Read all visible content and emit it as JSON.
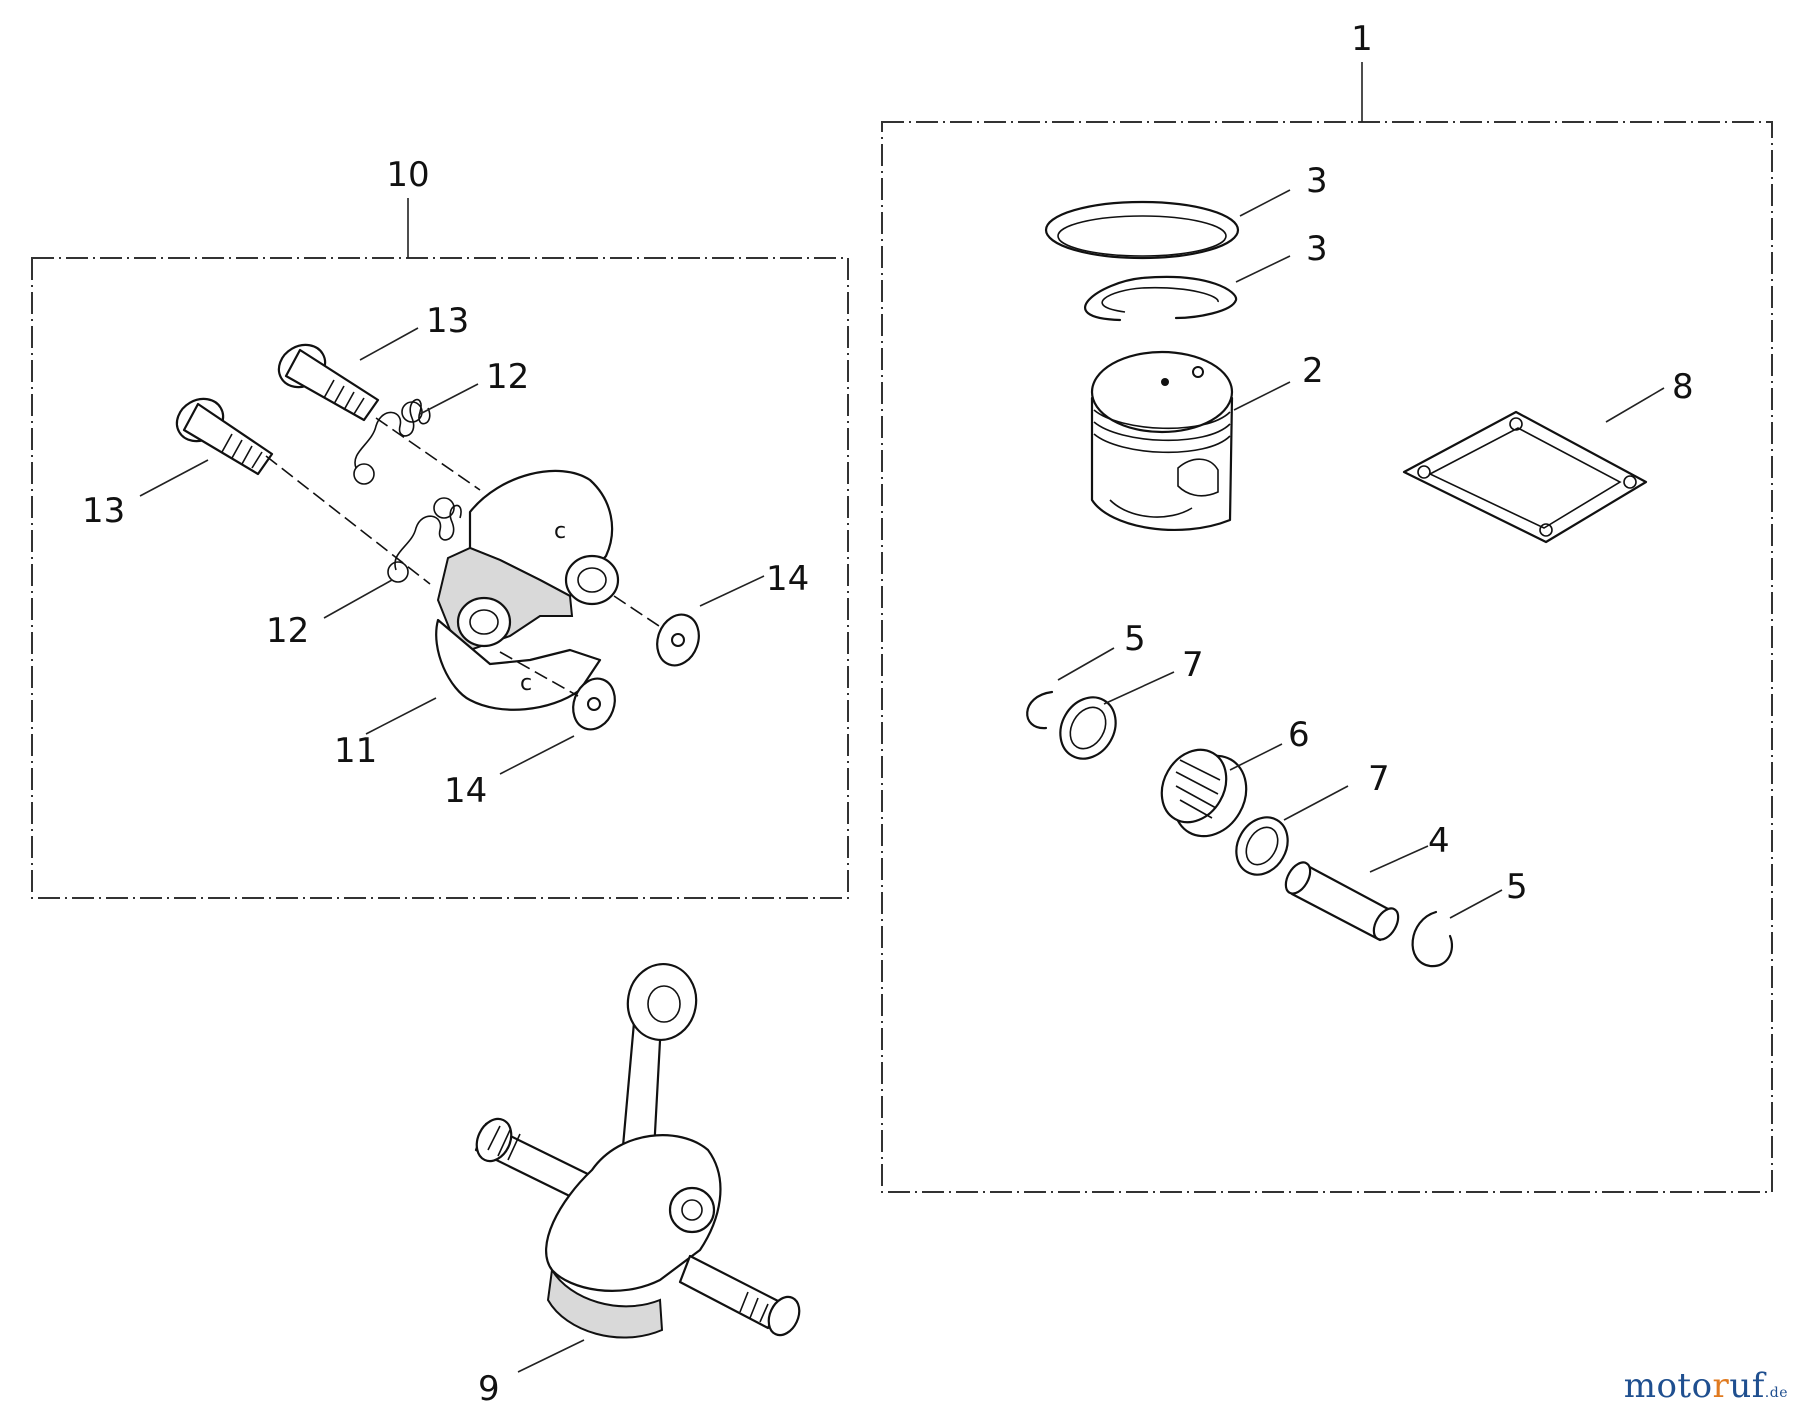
{
  "diagram": {
    "callouts": {
      "c1": "1",
      "c2": "2",
      "c3a": "3",
      "c3b": "3",
      "c4": "4",
      "c5a": "5",
      "c5b": "5",
      "c6": "6",
      "c7a": "7",
      "c7b": "7",
      "c8": "8",
      "c9": "9",
      "c10": "10",
      "c11": "11",
      "c12a": "12",
      "c12b": "12",
      "c13a": "13",
      "c13b": "13",
      "c14a": "14",
      "c14b": "14"
    }
  },
  "watermark": {
    "pre": "moto",
    "accent": "r",
    "post": "uf",
    "tld": ".de"
  }
}
